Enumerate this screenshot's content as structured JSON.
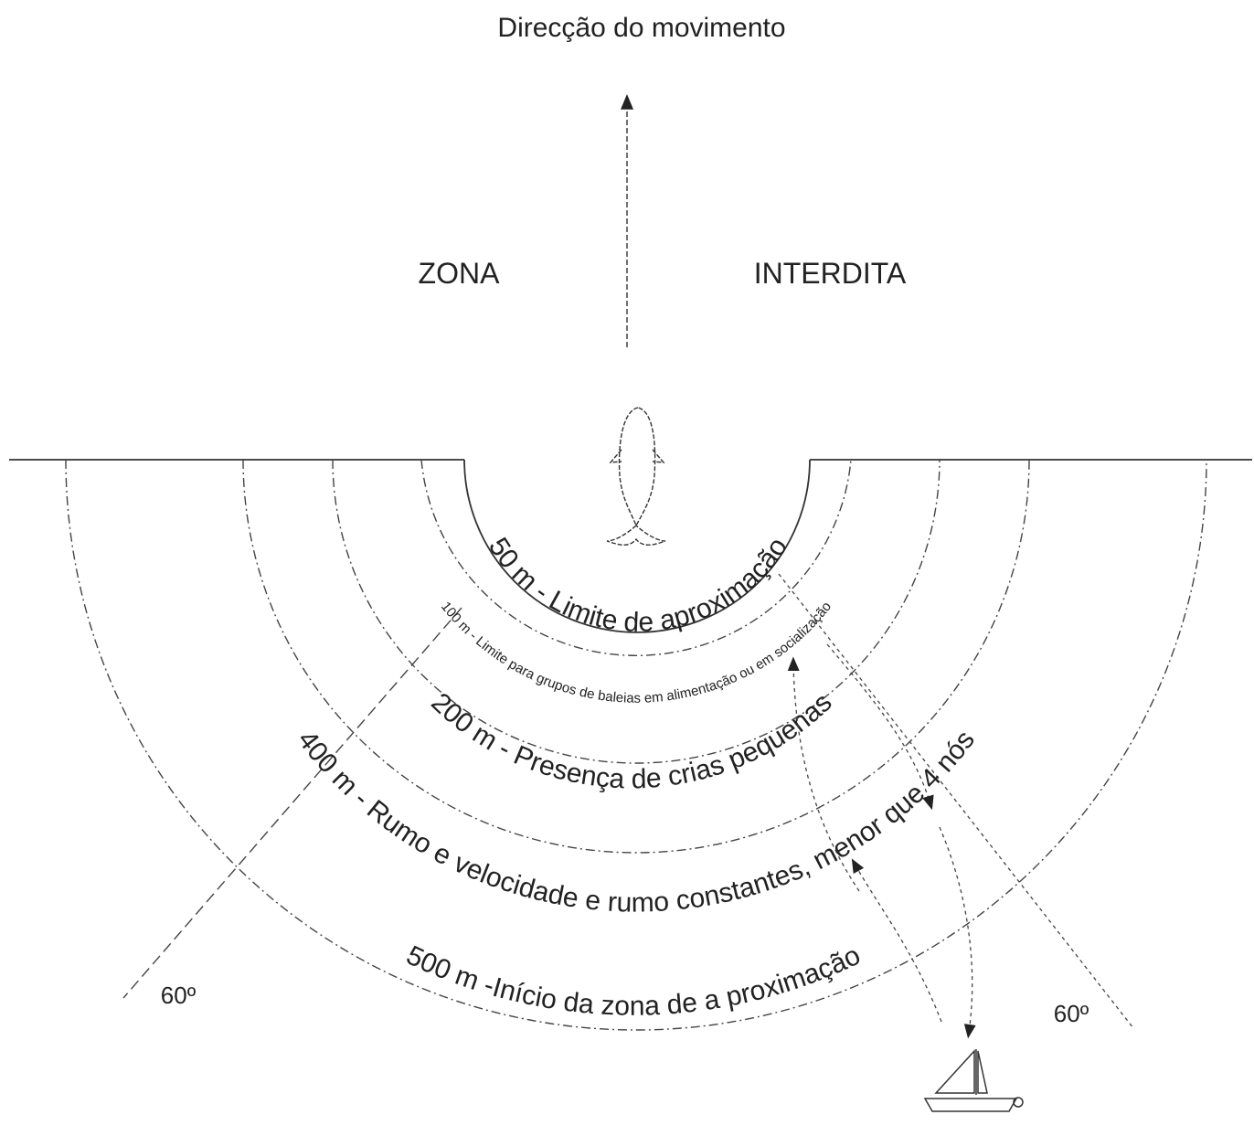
{
  "header": {
    "title": "Direcção do movimento"
  },
  "zone": {
    "left": "ZONA",
    "right": "INTERDITA"
  },
  "rings": {
    "r50": "50 m - Limite de aproximação",
    "r100": "100 m - Limite para grupos de baleias em alimentação ou em socialização",
    "r200": "200 m - Presença de crias pequenas",
    "r400": "400 m - Rumo e velocidade e rumo constantes, menor que 4 nós",
    "r500": "500 m -Início da zona de a proximação"
  },
  "angles": {
    "left": "60º",
    "right": "60º"
  },
  "icons": {
    "whale": "whale-icon",
    "boat": "sailboat-icon"
  }
}
